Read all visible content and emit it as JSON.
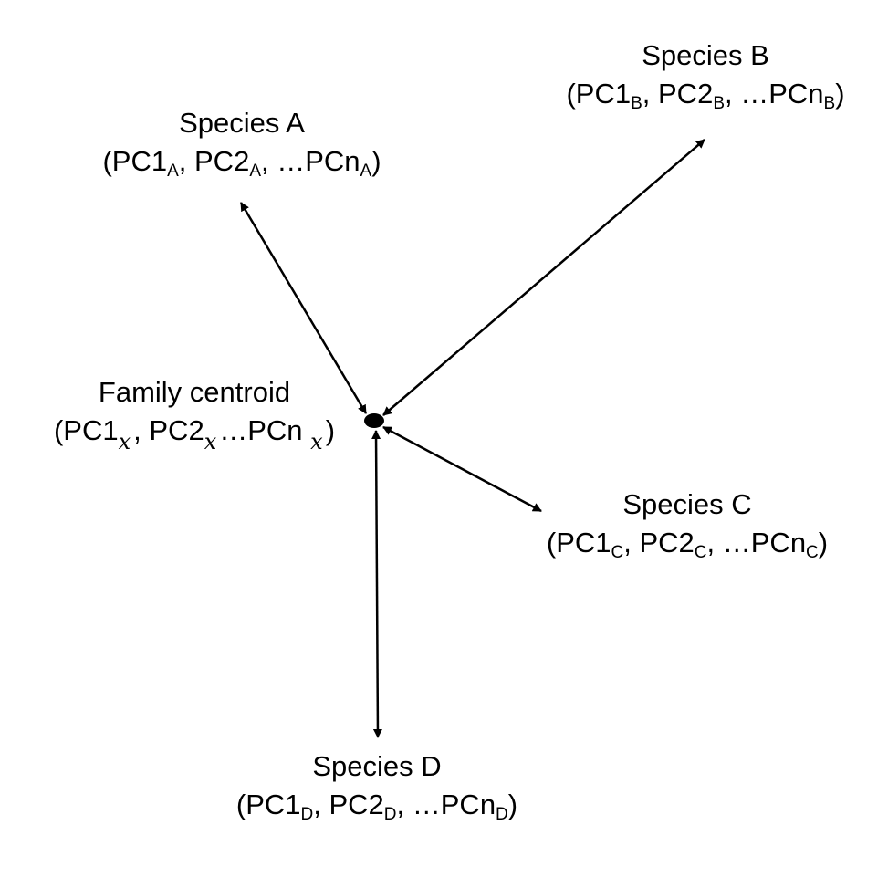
{
  "diagram": {
    "centroid": {
      "title": "Family centroid",
      "open": "(",
      "pc1": "PC1",
      "pc2": ", PC2",
      "pcn": "…PCn ",
      "close": ")",
      "mean_symbol": "x"
    },
    "species": [
      {
        "name": "Species A",
        "sub": "A"
      },
      {
        "name": "Species B",
        "sub": "B"
      },
      {
        "name": "Species C",
        "sub": "C"
      },
      {
        "name": "Species D",
        "sub": "D"
      }
    ],
    "coord_text": {
      "open": "(",
      "pc1": "PC1",
      "sep1": ", PC2",
      "sep2": ", …PCn",
      "close": ")"
    },
    "line_color": "#000000"
  }
}
